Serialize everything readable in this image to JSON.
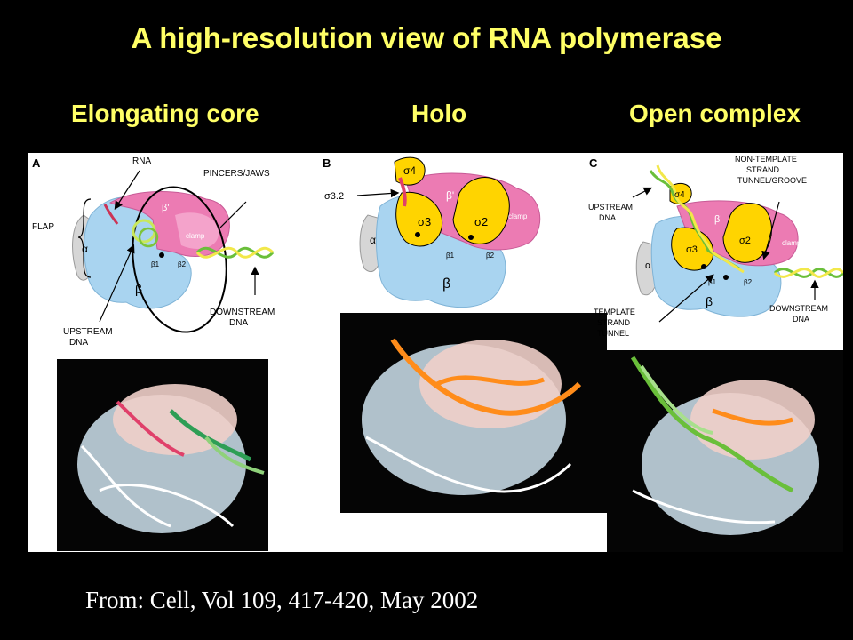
{
  "title": "A high-resolution view of RNA polymerase",
  "columns": [
    "Elongating core",
    "Holo",
    "Open complex"
  ],
  "panels": {
    "a": {
      "letter": "A",
      "labels": {
        "rna": "RNA",
        "pincers": "PINCERS/JAWS",
        "flap": "FLAP",
        "upstream1": "UPSTREAM",
        "upstream2": "DNA",
        "downstream1": "DOWNSTREAM",
        "downstream2": "DNA",
        "beta_prime": "β'",
        "clamp": "clamp",
        "alpha": "α",
        "beta": "β",
        "beta1": "β1",
        "beta2": "β2"
      }
    },
    "b": {
      "letter": "B",
      "labels": {
        "sigma32": "σ3.2",
        "sigma4": "σ4",
        "beta_prime": "β'",
        "clamp": "clamp",
        "sigma3": "σ3",
        "sigma2": "σ2",
        "alpha": "α",
        "beta1": "β1",
        "beta2": "β2",
        "beta": "β"
      }
    },
    "c": {
      "letter": "C",
      "labels": {
        "nontemplate1": "NON-TEMPLATE",
        "nontemplate2": "STRAND",
        "nontemplate3": "TUNNEL/GROOVE",
        "upstream1": "UPSTREAM",
        "upstream2": "DNA",
        "sigma4": "σ4",
        "beta_prime": "β'",
        "sigma3": "σ3",
        "sigma2": "σ2",
        "clamp": "clamp",
        "alpha": "α",
        "beta1": "β1",
        "beta2": "β2",
        "beta": "β",
        "template1": "TEMPLATE",
        "template2": "STRAND",
        "template3": "TUNNEL",
        "downstream1": "DOWNSTREAM",
        "downstream2": "DNA"
      }
    }
  },
  "footer": "From: Cell, Vol 109, 417-420, May 2002",
  "colors": {
    "title": "#ffff66",
    "beta_blue": "#a9d4f0",
    "beta_prime_pink": "#ec7bb3",
    "sigma_yellow": "#ffd400",
    "alpha_grey": "#d6d6d6",
    "dna_green": "#6abf3a",
    "dna_yellow": "#f2e84a"
  }
}
